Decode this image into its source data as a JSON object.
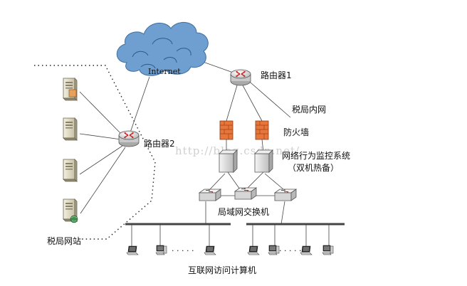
{
  "labels": {
    "internet": "Internet",
    "router1": "路由器1",
    "router2": "路由器2",
    "tax_intranet": "税局内网",
    "firewall": "防火墙",
    "monitor_system": "网络行为监控系统",
    "hot_standby": "（双机热备）",
    "lan_switch": "局域网交换机",
    "tax_website": "税局网站",
    "internet_computers": "互联网访问计算机",
    "ellipsis_left": "· · · · ·",
    "ellipsis_right": "· · · · ·"
  },
  "watermark": "http://blog.csdn.net/",
  "colors": {
    "cloud_fill": "#6fa0cf",
    "cloud_stroke": "#3f6f9e",
    "firewall": "#e8753a",
    "router_fill": "#e9e9e9",
    "router_arrow": "#cc2222",
    "line": "#333333"
  },
  "icons": {
    "cloud": "cloud-icon",
    "router": "router-icon",
    "firewall": "firewall-icon",
    "server": "server-icon",
    "switch": "switch-icon",
    "laptop": "laptop-icon",
    "desktop": "desktop-icon"
  }
}
